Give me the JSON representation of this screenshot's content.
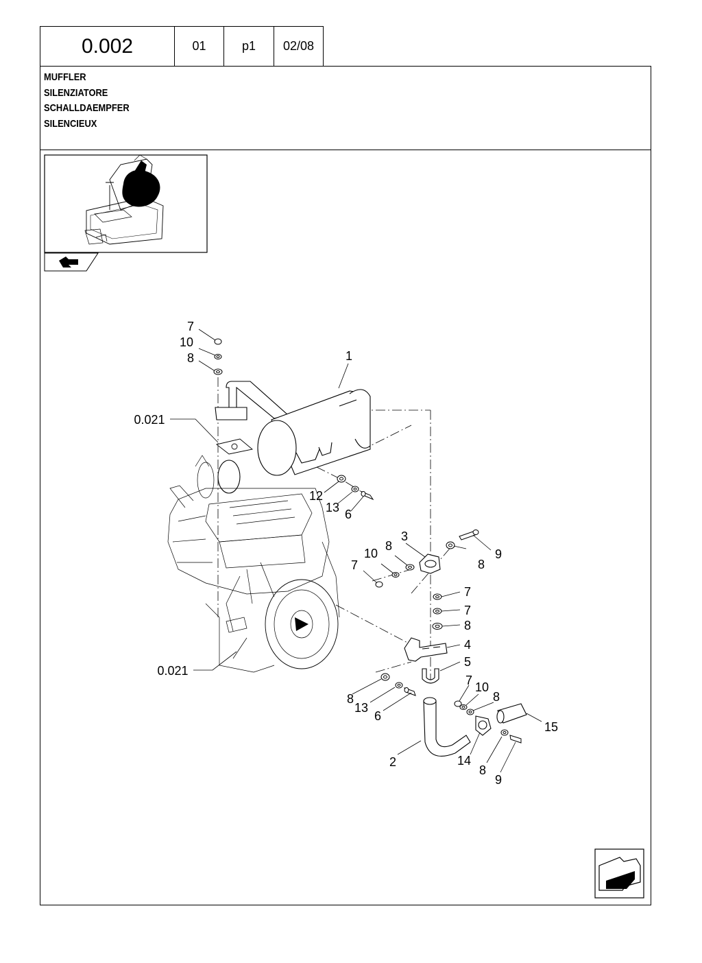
{
  "header": {
    "code": "0.002",
    "col1": "01",
    "col2": "p1",
    "col3": "02/08"
  },
  "titles": [
    "MUFFLER",
    "SILENZIATORE",
    "SCHALLDAEMPFER",
    "SILENCIEUX"
  ],
  "callouts": {
    "c1": "1",
    "c2": "2",
    "c3": "3",
    "c4": "4",
    "c5": "5",
    "c6a": "6",
    "c6b": "6",
    "c7a": "7",
    "c7b": "7",
    "c7c": "7",
    "c7d": "7",
    "c7e": "7",
    "c8a": "8",
    "c8b": "8",
    "c8c": "8",
    "c8d": "8",
    "c8e": "8",
    "c8f": "8",
    "c8g": "8",
    "c9a": "9",
    "c9b": "9",
    "c10a": "10",
    "c10b": "10",
    "c10c": "10",
    "c12": "12",
    "c13a": "13",
    "c13b": "13",
    "c14": "14",
    "c15": "15",
    "ref1": "0.021",
    "ref2": "0.021"
  }
}
